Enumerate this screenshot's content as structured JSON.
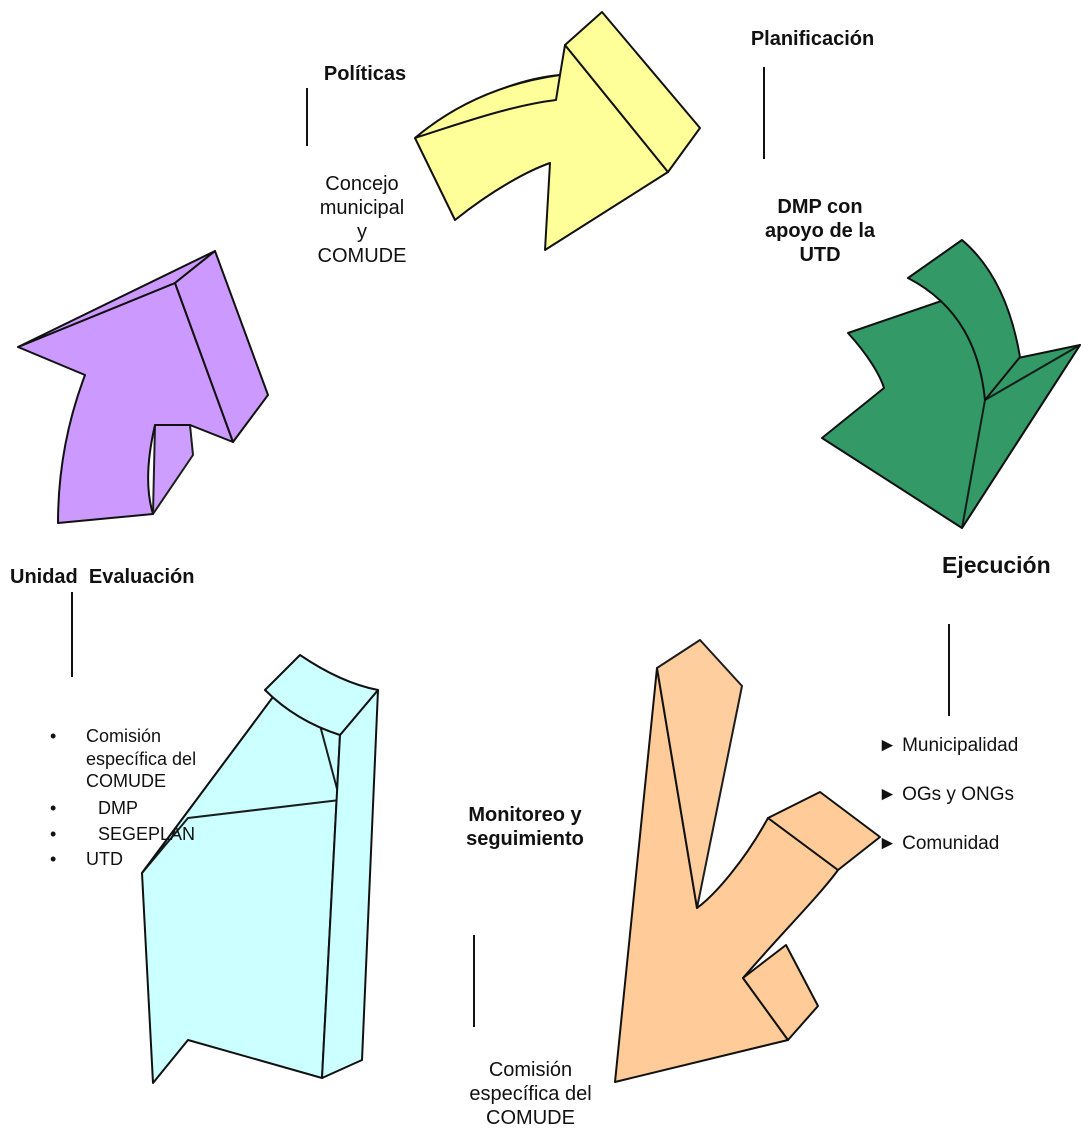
{
  "colors": {
    "yellow": "#ffff99",
    "green": "#339966",
    "orange": "#ffcc99",
    "cyan": "#ccffff",
    "purple": "#cc99ff",
    "stroke": "#111111"
  },
  "stages": {
    "politicas": {
      "title": "Políticas",
      "actor_lines": [
        "Concejo",
        "municipal",
        "y",
        "COMUDE"
      ]
    },
    "planificacion": {
      "title": "Planificación",
      "actor_lines": [
        "DMP con",
        "apoyo de la",
        "UTD"
      ]
    },
    "ejecucion": {
      "title": "Ejecución",
      "bullet_symbol": "►",
      "actors": [
        "Municipalidad",
        "OGs y ONGs",
        "Comunidad"
      ]
    },
    "monitoreo": {
      "title_lines": [
        "Monitoreo y",
        "seguimiento"
      ],
      "actor_lines": [
        "Comisión",
        "específica del",
        "COMUDE"
      ]
    },
    "evaluacion": {
      "title": "Unidad  Evaluación",
      "bullet_symbol": "•",
      "actors": [
        {
          "lines": [
            "Comisión",
            "específica del",
            "COMUDE"
          ]
        },
        {
          "lines": [
            "DMP"
          ]
        },
        {
          "lines": [
            "SEGEPLAN"
          ]
        },
        {
          "lines": [
            "UTD"
          ]
        }
      ]
    }
  }
}
